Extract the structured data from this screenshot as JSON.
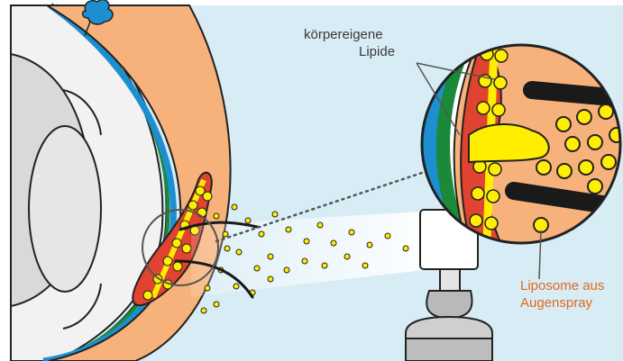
{
  "labels": {
    "lipids_line1": "körpereigene",
    "lipids_line2": "Lipide",
    "liposomes_line1": "Liposome aus",
    "liposomes_line2": "Augenspray"
  },
  "colors": {
    "background": "#d8ecf6",
    "eyelid": "#f6b27a",
    "gland_fill": "#e0432f",
    "lipid_yellow": "#ffee00",
    "cornea_blue": "#1d8fd1",
    "tear_green": "#1a8a3a",
    "lash": "#1a1a1a",
    "label_orange": "#e06a1b"
  }
}
